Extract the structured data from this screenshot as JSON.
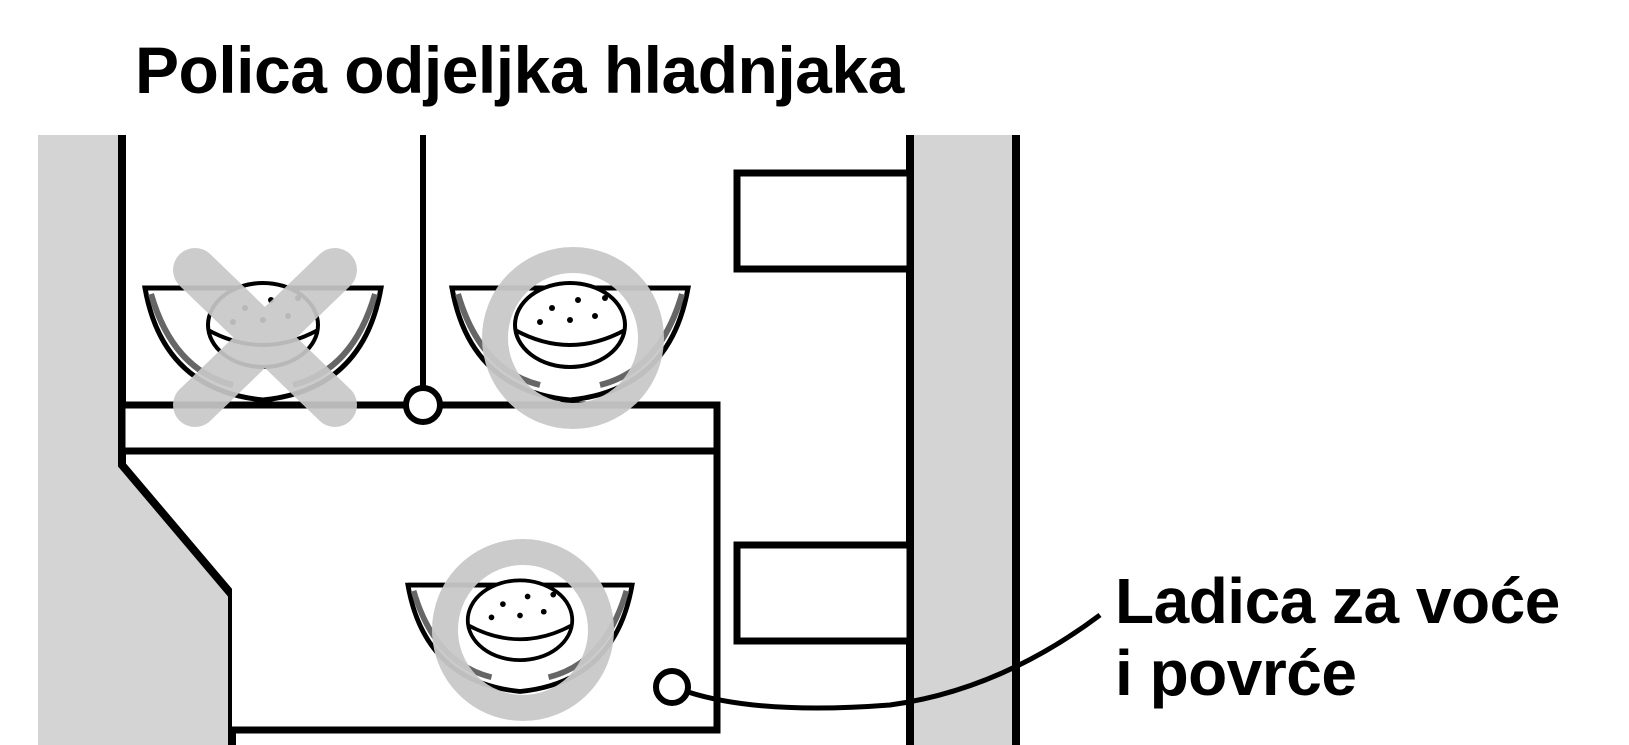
{
  "labels": {
    "shelf": "Polica odjeljka hladnjaka",
    "drawer_line1": "Ladica za voće",
    "drawer_line2": "i povrće"
  },
  "icons": {
    "wrong": "cross-icon",
    "correct": "circle-check-icon"
  },
  "colors": {
    "wall": "#d4d4d4",
    "outline": "#000000",
    "mark": "#c8c8c8",
    "background": "#ffffff"
  }
}
